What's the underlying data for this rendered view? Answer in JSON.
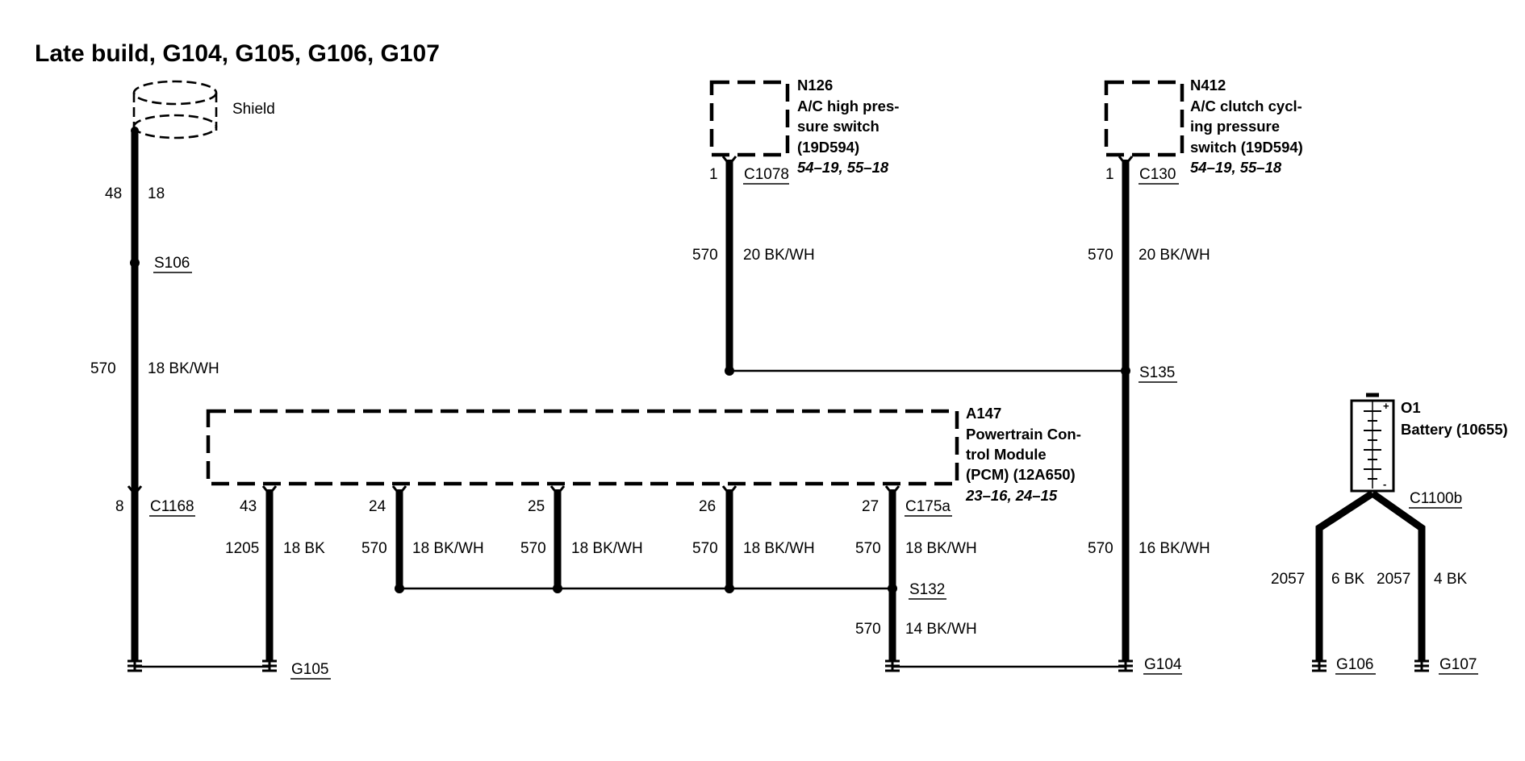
{
  "title": "Late build, G104, G105, G106, G107",
  "shield": {
    "label": "Shield"
  },
  "components": {
    "n126": {
      "id": "N126",
      "desc": [
        "A/C high pres-",
        "sure switch",
        "(19D594)"
      ],
      "ref": "54–19, 55–18",
      "connector": "C1078",
      "pin": "1"
    },
    "n412": {
      "id": "N412",
      "desc": [
        "A/C clutch cycl-",
        "ing pressure",
        "switch (19D594)"
      ],
      "ref": "54–19, 55–18",
      "connector": "C130",
      "pin": "1"
    },
    "a147": {
      "id": "A147",
      "desc": [
        "Powertrain Con-",
        "trol Module",
        "(PCM) (12A650)"
      ],
      "ref": "23–16, 24–15",
      "connector": "C175a"
    },
    "o1": {
      "id": "O1",
      "desc": [
        "Battery (10655)"
      ],
      "connector": "C1100b"
    }
  },
  "shield_wire": {
    "circuit": "48",
    "gauge": "18"
  },
  "splices": {
    "s106": "S106",
    "s135": "S135",
    "s132": "S132"
  },
  "c1168": {
    "name": "C1168",
    "pin": "8"
  },
  "wires": {
    "left_570": {
      "circuit": "570",
      "gauge": "18 BK/WH"
    },
    "n126_wire": {
      "circuit": "570",
      "gauge": "20 BK/WH"
    },
    "n412_wire": {
      "circuit": "570",
      "gauge": "20 BK/WH"
    },
    "pcm_43": {
      "pin": "43",
      "circuit": "1205",
      "gauge": "18 BK"
    },
    "pcm_24": {
      "pin": "24",
      "circuit": "570",
      "gauge": "18 BK/WH"
    },
    "pcm_25": {
      "pin": "25",
      "circuit": "570",
      "gauge": "18 BK/WH"
    },
    "pcm_26": {
      "pin": "26",
      "circuit": "570",
      "gauge": "18 BK/WH"
    },
    "pcm_27": {
      "pin": "27",
      "circuit": "570",
      "gauge": "18 BK/WH"
    },
    "s132_down": {
      "circuit": "570",
      "gauge": "14 BK/WH"
    },
    "right_570": {
      "circuit": "570",
      "gauge": "16 BK/WH"
    },
    "bat_g106": {
      "circuit": "2057",
      "gauge": "6 BK"
    },
    "bat_g107": {
      "circuit": "2057",
      "gauge": "4 BK"
    }
  },
  "grounds": {
    "g104": "G104",
    "g105": "G105",
    "g106": "G106",
    "g107": "G107"
  }
}
